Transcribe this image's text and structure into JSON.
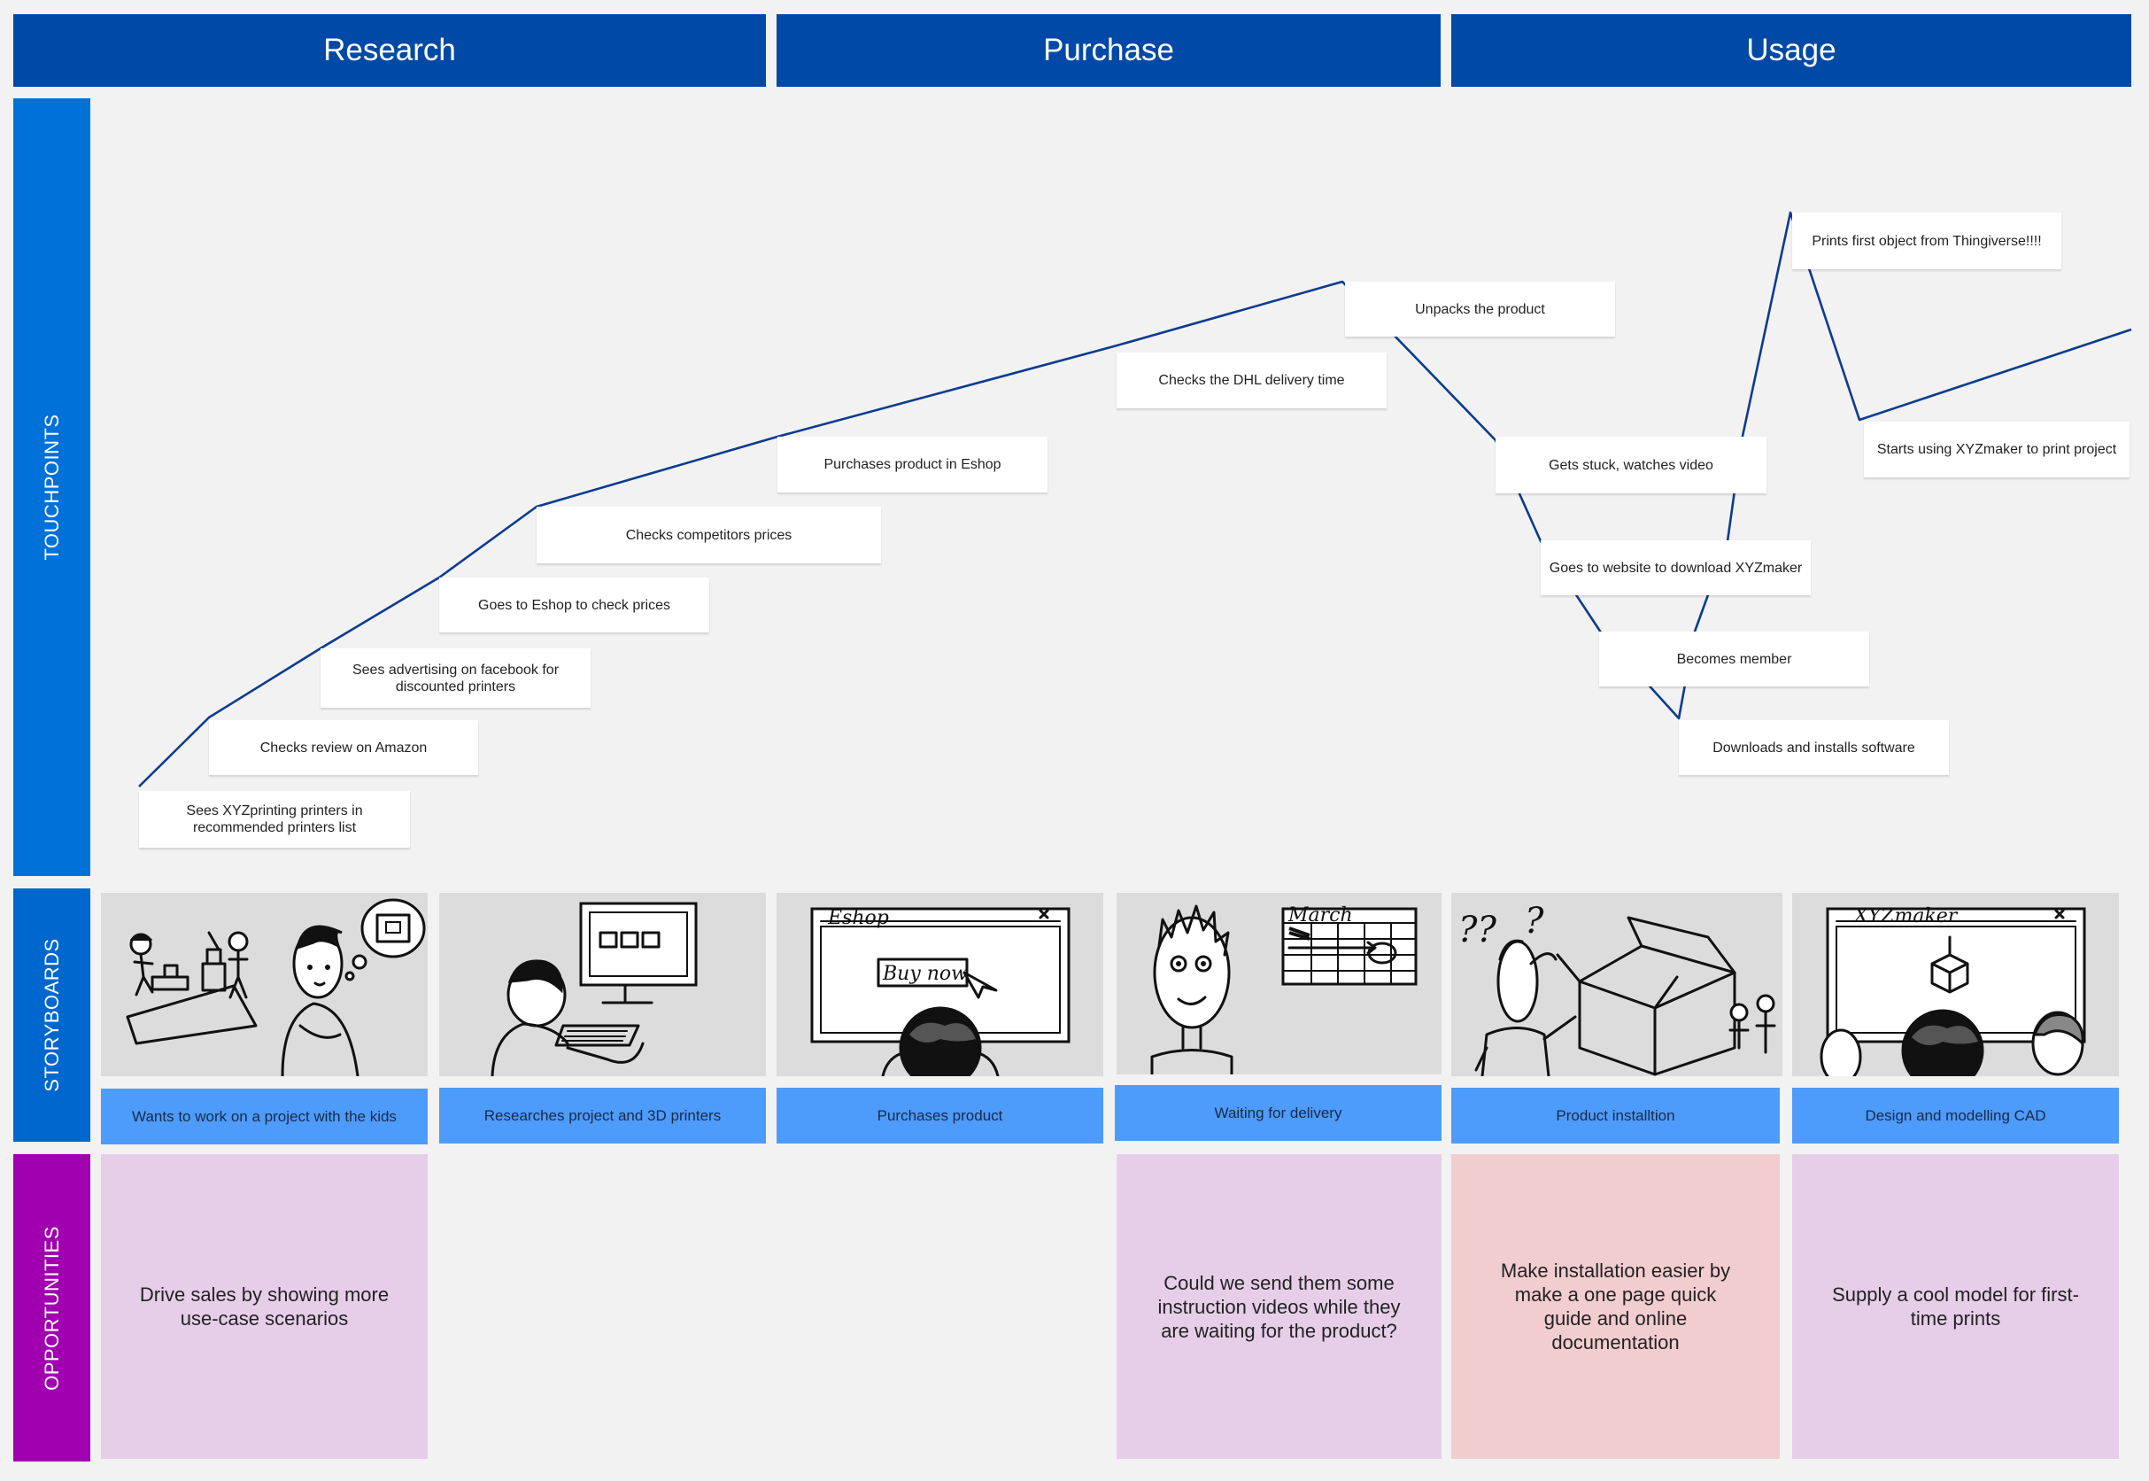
{
  "phases": [
    "Research",
    "Purchase",
    "Usage"
  ],
  "rows": {
    "touchpoints": "TOUCHPOINTS",
    "storyboards": "STORYBOARDS",
    "opportunities": "OPPORTUNITIES"
  },
  "touchpoints": [
    "Sees XYZprinting printers in recommended printers list",
    "Checks review on Amazon",
    "Sees advertising on facebook for discounted printers",
    "Goes to Eshop to check prices",
    "Checks competitors prices",
    "Purchases product in Eshop",
    "Checks the DHL delivery time",
    "Unpacks the product",
    "Gets stuck, watches video",
    "Goes to website to download XYZmaker",
    "Becomes member",
    "Downloads and installs software",
    "Prints first object from Thingiverse!!!!",
    "Starts using XYZmaker to print project"
  ],
  "storyboards": [
    "Wants to work on a project with the kids",
    "Researches project and 3D printers",
    "Purchases product",
    "Waiting for delivery",
    "Product installtion",
    "Design and modelling CAD"
  ],
  "sketch_text": {
    "eshop": "Eshop",
    "buy_now": "Buy now",
    "march": "March",
    "xyzmaker": "XYZmaker",
    "question": "?",
    "double_question": "??"
  },
  "opportunities": [
    "Drive sales by showing more use-case scenarios",
    "Could we send them some instruction videos while they are waiting for the product?",
    "Make installation easier by make a one page quick guide and online documentation",
    "Supply a cool model for first-time prints"
  ],
  "colors": {
    "phase": "#0049a6",
    "touchpoints": "#0071d9",
    "storyboards": "#0067cf",
    "opportunities": "#a100b0",
    "caption": "#4d9bfb",
    "opp_purple": "#e6cee9",
    "opp_pink": "#f2cdcf",
    "journey_line": "#0b3b8f"
  }
}
